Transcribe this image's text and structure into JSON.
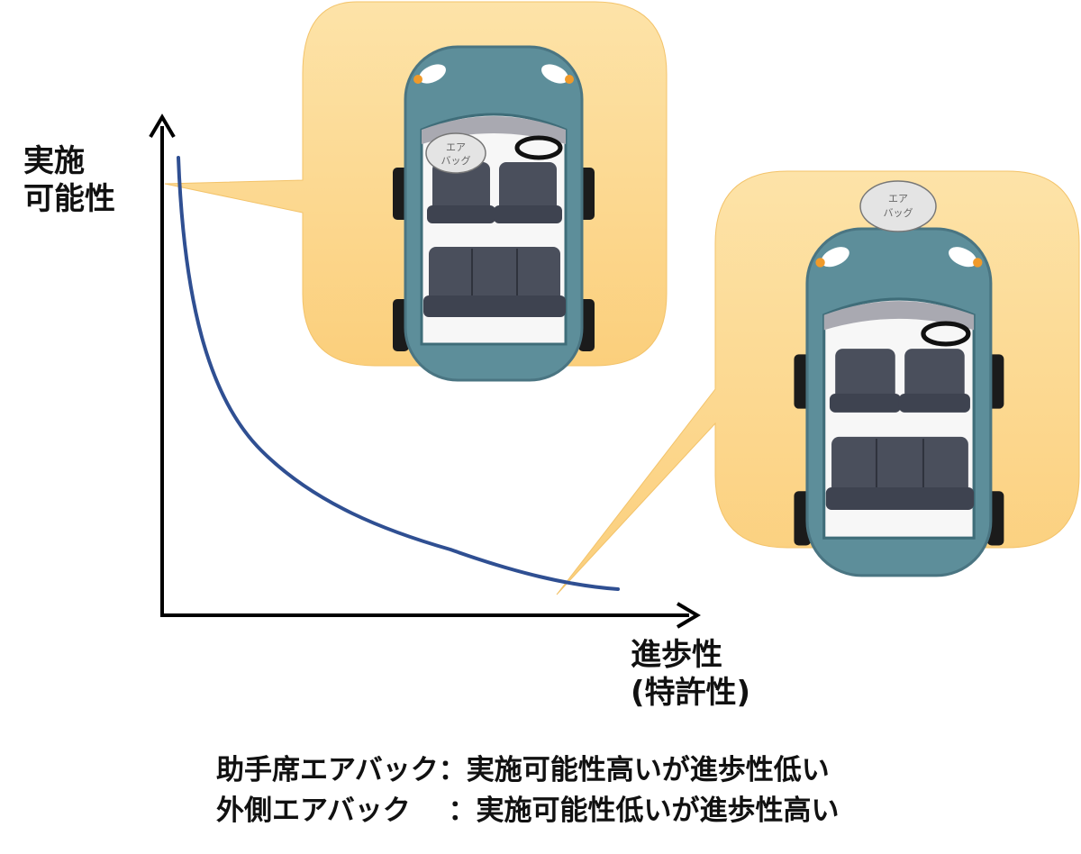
{
  "y_axis_label": [
    "実施",
    "可能性"
  ],
  "x_axis_label": [
    "進歩性",
    "(特許性)"
  ],
  "airbag_label": [
    "エア",
    "バッグ"
  ],
  "caption": [
    "助手席エアバック：実施可能性高いが進歩性低い",
    "外側エアバック　 ：実施可能性低いが進歩性高い"
  ],
  "colors": {
    "curve": "#2f4f92",
    "callout": "#fcd58a",
    "car_body": "#5d8e9a",
    "seat": "#4a4f5c"
  }
}
